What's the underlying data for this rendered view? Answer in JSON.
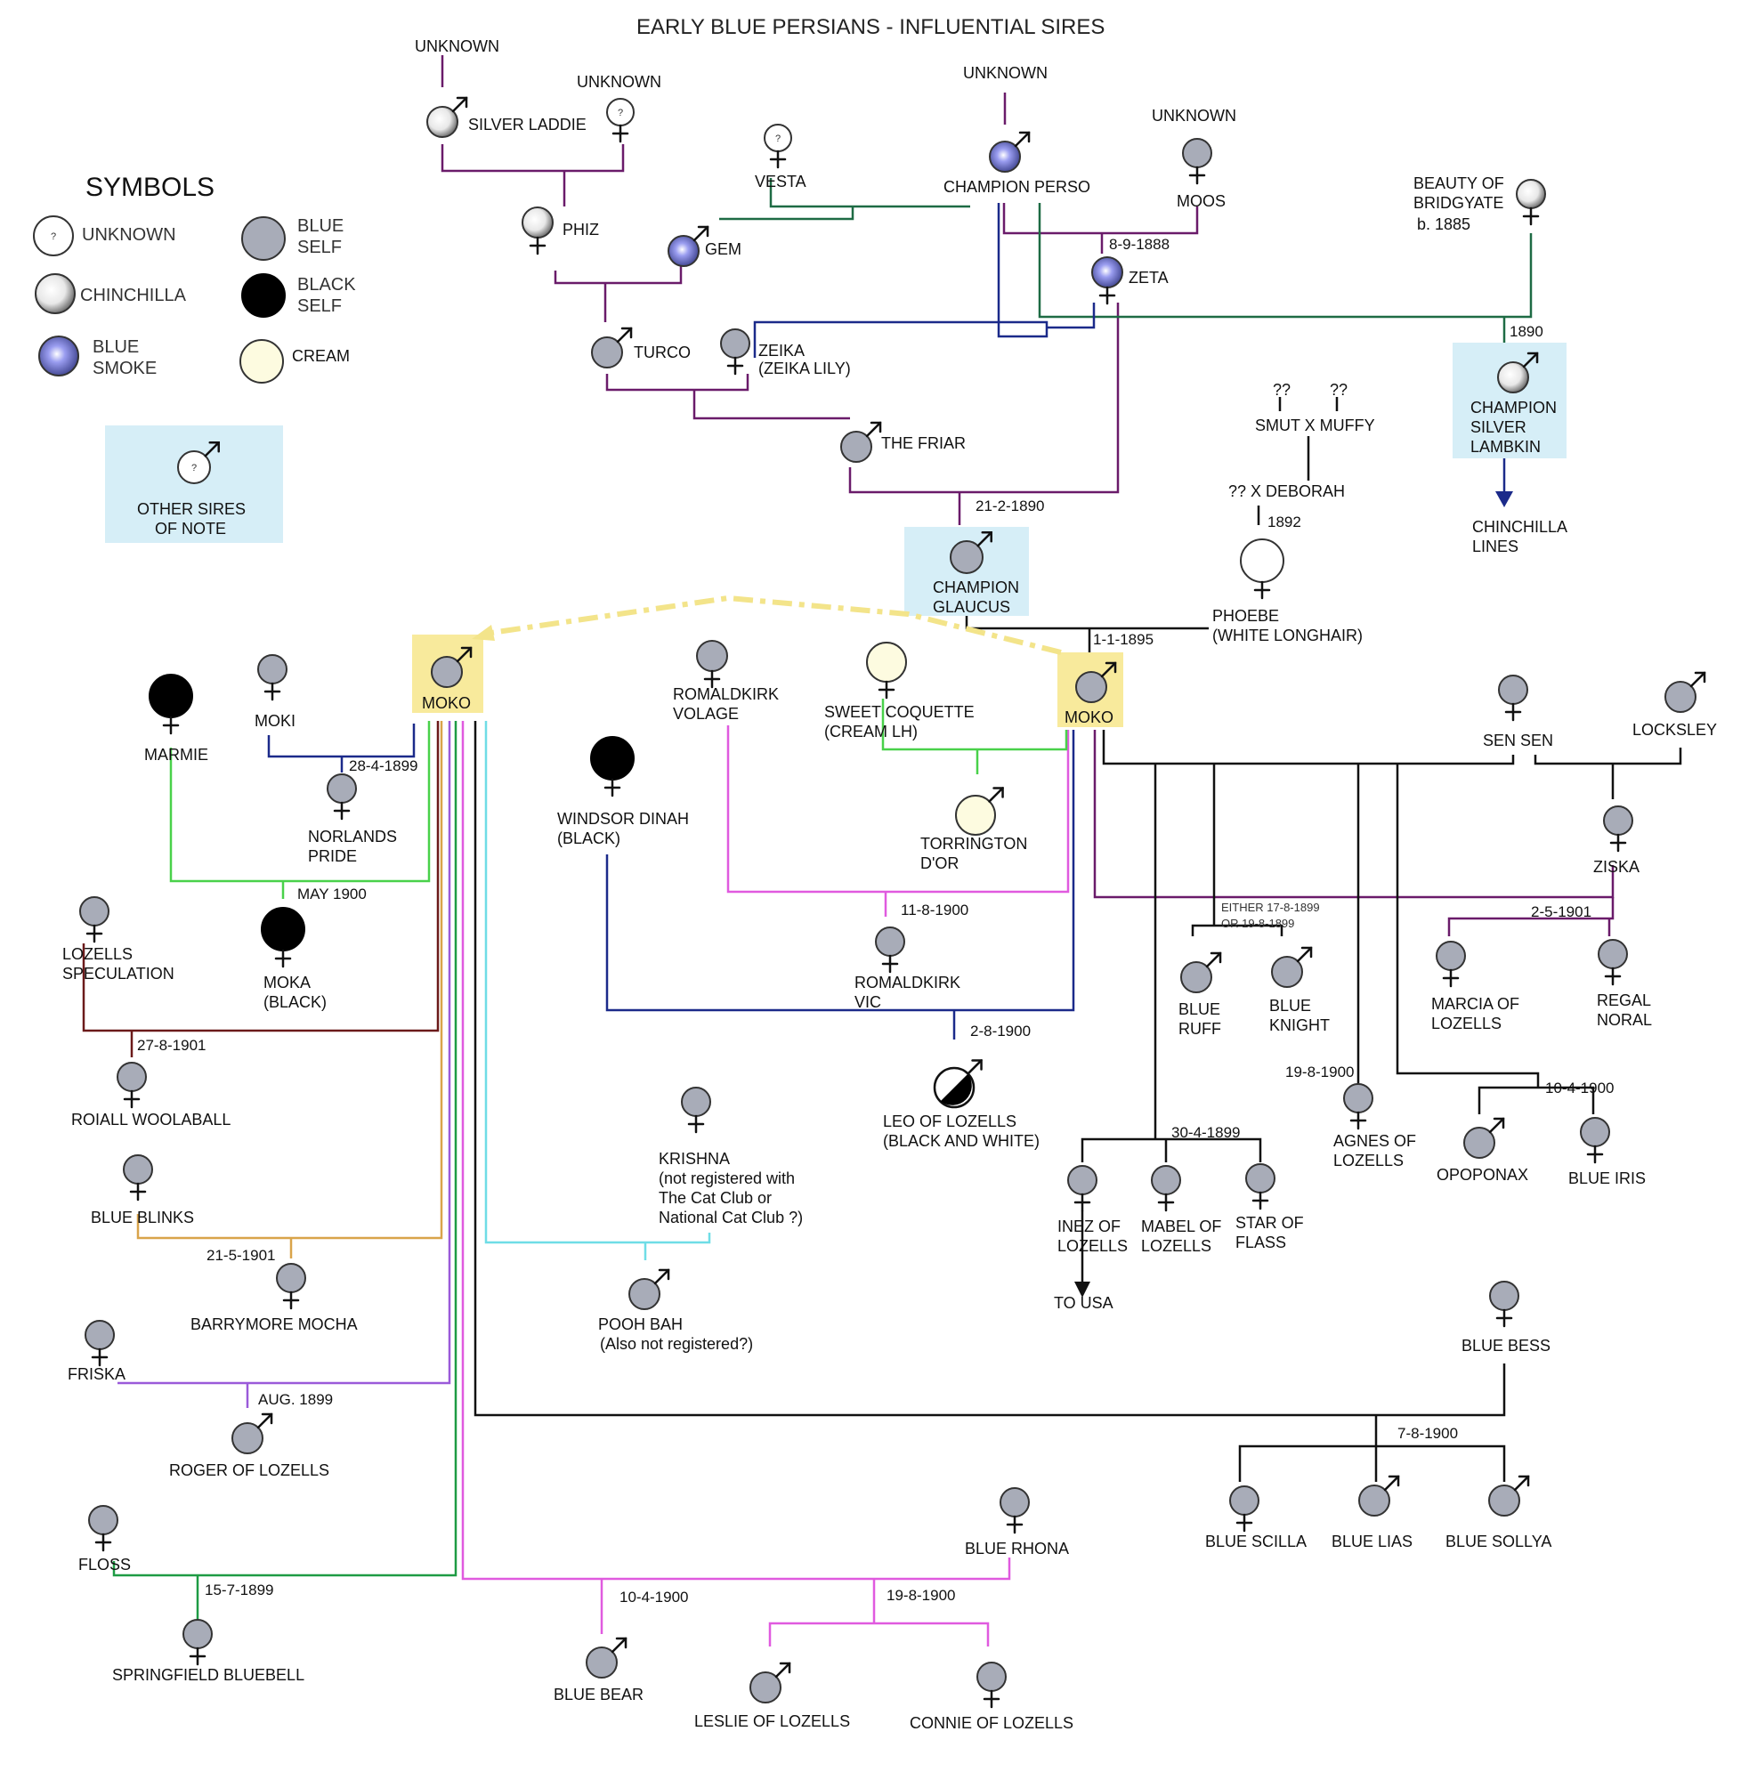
{
  "title": "EARLY BLUE PERSIANS - INFLUENTIAL SIRES",
  "colors": {
    "blue_self": "#a8acb8",
    "black_self": "#000000",
    "cream": "#fdfbe0",
    "highlight_blue": "#d6eef7",
    "highlight_yellow": "#f8ea9c",
    "dash_yellow": "#f3e48a",
    "line_purple": "#6a1b6a",
    "line_green": "#1e6b44",
    "line_navy": "#1b2a8a",
    "line_bright_green": "#49d14a",
    "line_magenta": "#e05adf",
    "line_cyan": "#6fdde6",
    "line_orange": "#d9a44a",
    "line_brown": "#6b1a1a",
    "line_violet": "#9a5ad9"
  },
  "legend": {
    "title": "SYMBOLS",
    "unknown": "UNKNOWN",
    "chinchilla": "CHINCHILLA",
    "blue_smoke_1": "BLUE",
    "blue_smoke_2": "SMOKE",
    "blue_self_1": "BLUE",
    "blue_self_2": "SELF",
    "black_self_1": "BLACK",
    "black_self_2": "SELF",
    "cream": "CREAM",
    "other_sires_1": "OTHER SIRES",
    "other_sires_2": "OF NOTE"
  },
  "labels": {
    "unknown_1": "UNKNOWN",
    "unknown_2": "UNKNOWN",
    "unknown_3": "UNKNOWN",
    "unknown_4": "UNKNOWN",
    "silver_laddie": "SILVER LADDIE",
    "phiz": "PHIZ",
    "vesta": "VESTA",
    "gem": "GEM",
    "champion_perso": "CHAMPION PERSO",
    "moos": "MOOS",
    "beauty_1": "BEAUTY OF",
    "beauty_2": "BRIDGYATE",
    "beauty_3": "b. 1885",
    "zeta": "ZETA",
    "turco": "TURCO",
    "zeika_1": "ZEIKA",
    "zeika_2": "(ZEIKA LILY)",
    "the_friar": "THE FRIAR",
    "lambkin_1": "CHAMPION",
    "lambkin_2": "SILVER",
    "lambkin_3": "LAMBKIN",
    "chinchilla_lines_1": "CHINCHILLA",
    "chinchilla_lines_2": "LINES",
    "smut": "SMUT X MUFFY",
    "deborah": "?? X DEBORAH",
    "qq1": "??",
    "qq2": "??",
    "glaucus_1": "CHAMPION",
    "glaucus_2": "GLAUCUS",
    "phoebe_1": "PHOEBE",
    "phoebe_2": "(WHITE LONGHAIR)",
    "moko_l": "MOKO",
    "moko_r": "MOKO",
    "marmie": "MARMIE",
    "moki": "MOKI",
    "norlands_1": "NORLANDS",
    "norlands_2": "PRIDE",
    "romaldkirk_volage_1": "ROMALDKIRK",
    "romaldkirk_volage_2": "VOLAGE",
    "sweet_coquette_1": "SWEET COQUETTE",
    "sweet_coquette_2": "(CREAM LH)",
    "windsor_1": "WINDSOR DINAH",
    "windsor_2": "(BLACK)",
    "torrington_1": "TORRINGTON",
    "torrington_2": "D'OR",
    "sen_sen": "SEN SEN",
    "locksley": "LOCKSLEY",
    "ziska": "ZISKA",
    "lozells_spec_1": "LOZELLS",
    "lozells_spec_2": "SPECULATION",
    "moka_1": "MOKA",
    "moka_2": "(BLACK)",
    "romaldkirk_vic_1": "ROMALDKIRK",
    "romaldkirk_vic_2": "VIC",
    "blue_ruff_1": "BLUE",
    "blue_ruff_2": "RUFF",
    "blue_knight_1": "BLUE",
    "blue_knight_2": "KNIGHT",
    "marcia_1": "MARCIA OF",
    "marcia_2": "LOZELLS",
    "regal_1": "REGAL",
    "regal_2": "NORAL",
    "roiall": "ROIALL  WOOLABALL",
    "leo_1": "LEO OF LOZELLS",
    "leo_2": "(BLACK AND WHITE)",
    "agnes_1": "AGNES OF",
    "agnes_2": "LOZELLS",
    "opoponax": "OPOPONAX",
    "blue_iris": "BLUE IRIS",
    "blue_blinks": "BLUE BLINKS",
    "krishna_1": "KRISHNA",
    "krishna_2": "(not registered with",
    "krishna_3": "The Cat Club or",
    "krishna_4": "National Cat Club ?)",
    "inez_1": "INEZ OF",
    "inez_2": "LOZELLS",
    "mabel_1": "MABEL OF",
    "mabel_2": "LOZELLS",
    "star_1": "STAR OF",
    "star_2": "FLASS",
    "to_usa": "TO USA",
    "barrymore": "BARRYMORE MOCHA",
    "pooh_bah_1": "POOH BAH",
    "pooh_bah_2": "(Also not registered?)",
    "blue_bess": "BLUE BESS",
    "friska": "FRISKA",
    "roger": "ROGER OF LOZELLS",
    "blue_scilla": "BLUE SCILLA",
    "blue_lias": "BLUE LIAS",
    "blue_sollya": "BLUE SOLLYA",
    "floss": "FLOSS",
    "blue_rhona": "BLUE RHONA",
    "springfield": "SPRINGFIELD BLUEBELL",
    "blue_bear": "BLUE BEAR",
    "leslie": "LESLIE OF LOZELLS",
    "connie": "CONNIE OF LOZELLS"
  },
  "dates": {
    "d_8_9_1888": "8-9-1888",
    "d_1890": "1890",
    "d_21_2_1890": "21-2-1890",
    "d_1892": "1892",
    "d_1_1_1895": "1-1-1895",
    "d_28_4_1899": "28-4-1899",
    "d_may_1900": "MAY 1900",
    "d_11_8_1900": "11-8-1900",
    "d_either_1": "EITHER 17-8-1899",
    "d_either_2": "OR 19-8-1899",
    "d_2_5_1901": "2-5-1901",
    "d_27_8_1901": "27-8-1901",
    "d_2_8_1900": "2-8-1900",
    "d_19_8_1900_a": "19-8-1900",
    "d_10_4_1900_a": "10-4-1900",
    "d_30_4_1899": "30-4-1899",
    "d_21_5_1901": "21-5-1901",
    "d_aug_1899": "AUG. 1899",
    "d_7_8_1900": "7-8-1900",
    "d_15_7_1899": "15-7-1899",
    "d_10_4_1900_b": "10-4-1900",
    "d_19_8_1900_b": "19-8-1900"
  }
}
